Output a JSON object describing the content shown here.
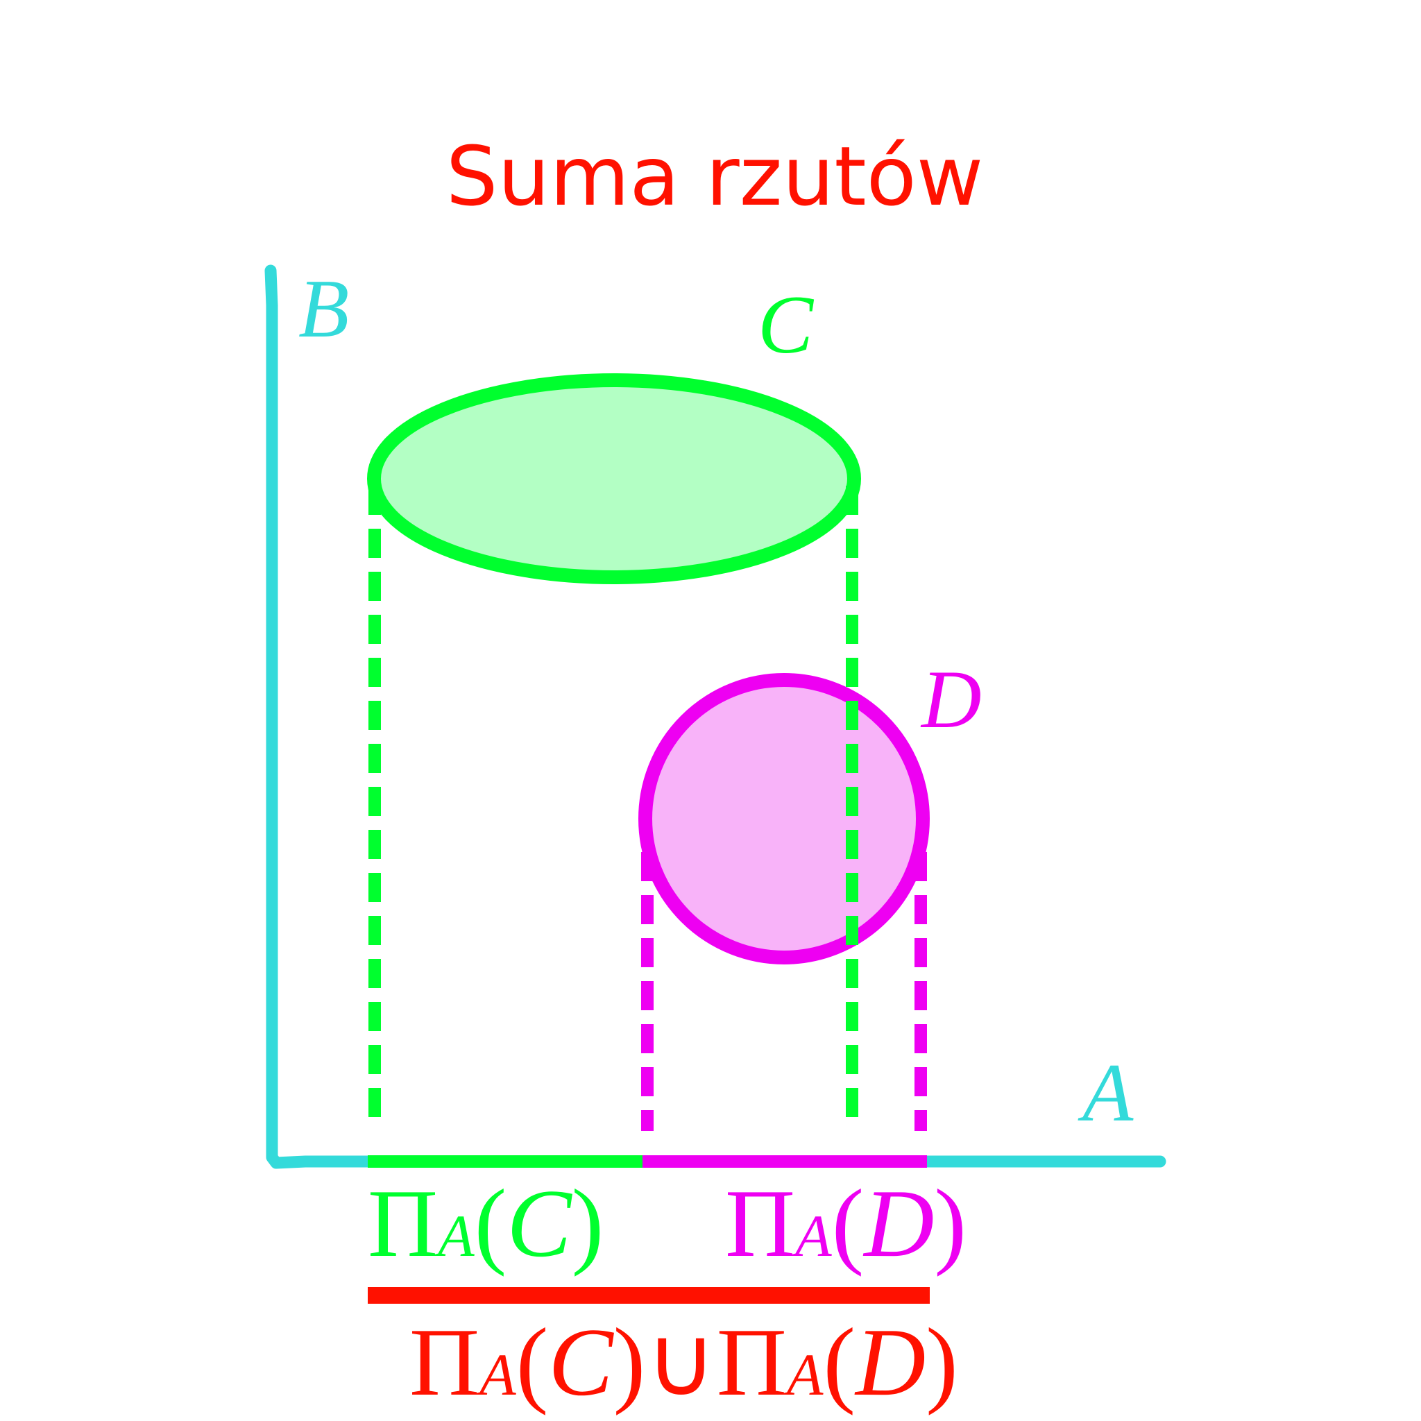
{
  "title": "Suma rzutów",
  "axes": {
    "vertical_label": "B",
    "horizontal_label": "A"
  },
  "sets": {
    "c": {
      "label": "C"
    },
    "d": {
      "label": "D"
    }
  },
  "projections": {
    "c": {
      "pi": "Π",
      "sub": "A",
      "open": "(",
      "arg": "C",
      "close": ")"
    },
    "d": {
      "pi": "Π",
      "sub": "A",
      "open": "(",
      "arg": "D",
      "close": ")"
    }
  },
  "union": {
    "pi1": "Π",
    "sub1": "A",
    "open1": "(",
    "arg1": "C",
    "close1": ")",
    "cup": "∪",
    "pi2": "Π",
    "sub2": "A",
    "open2": "(",
    "arg2": "D",
    "close2": ")"
  },
  "colors": {
    "title": "#ff1100",
    "axis": "#33dada",
    "c_stroke": "#00ff2e",
    "c_fill": "#b3ffc4",
    "d_stroke": "#ee00f2",
    "d_fill": "#f8b3f9",
    "union": "#ff1100"
  }
}
